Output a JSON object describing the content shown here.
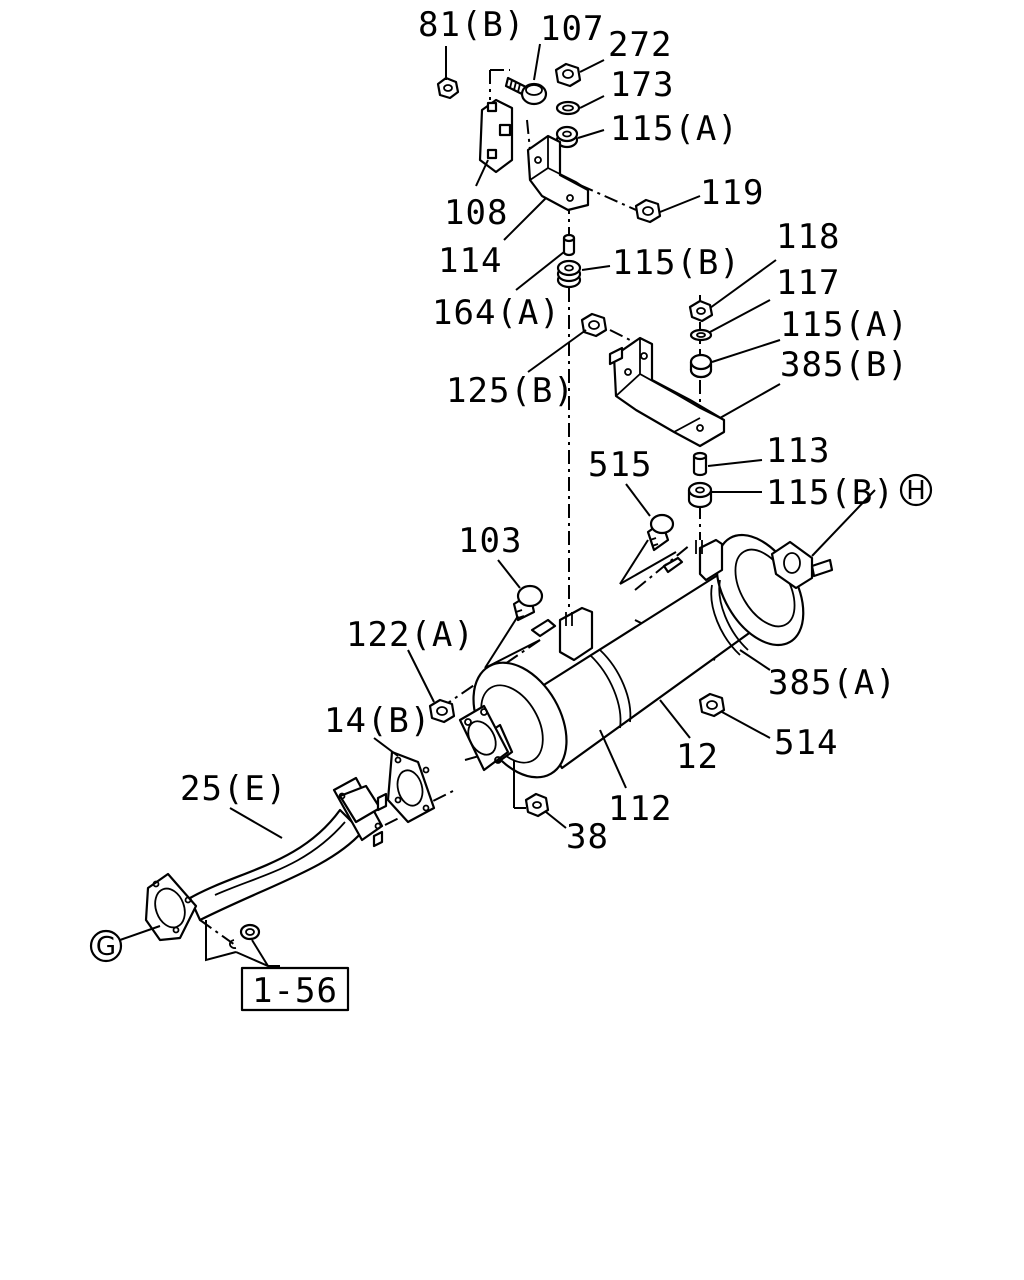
{
  "diagram": {
    "callouts": {
      "p81b": "81(B)",
      "p107": "107",
      "p272": "272",
      "p173": "173",
      "p115a_top": "115(A)",
      "p108": "108",
      "p119": "119",
      "p114": "114",
      "p115b_top": "115(B)",
      "p164a": "164(A)",
      "p118": "118",
      "p117": "117",
      "p115a_mid": "115(A)",
      "p385b": "385(B)",
      "p125b": "125(B)",
      "p113": "113",
      "p515": "515",
      "p115b_mid": "115(B)",
      "p103": "103",
      "p122a": "122(A)",
      "p385a": "385(A)",
      "p14b": "14(B)",
      "p514": "514",
      "p12": "12",
      "p25e": "25(E)",
      "p112": "112",
      "p38": "38"
    },
    "refs": {
      "H": "H",
      "G": "G",
      "box": "1-56"
    }
  }
}
